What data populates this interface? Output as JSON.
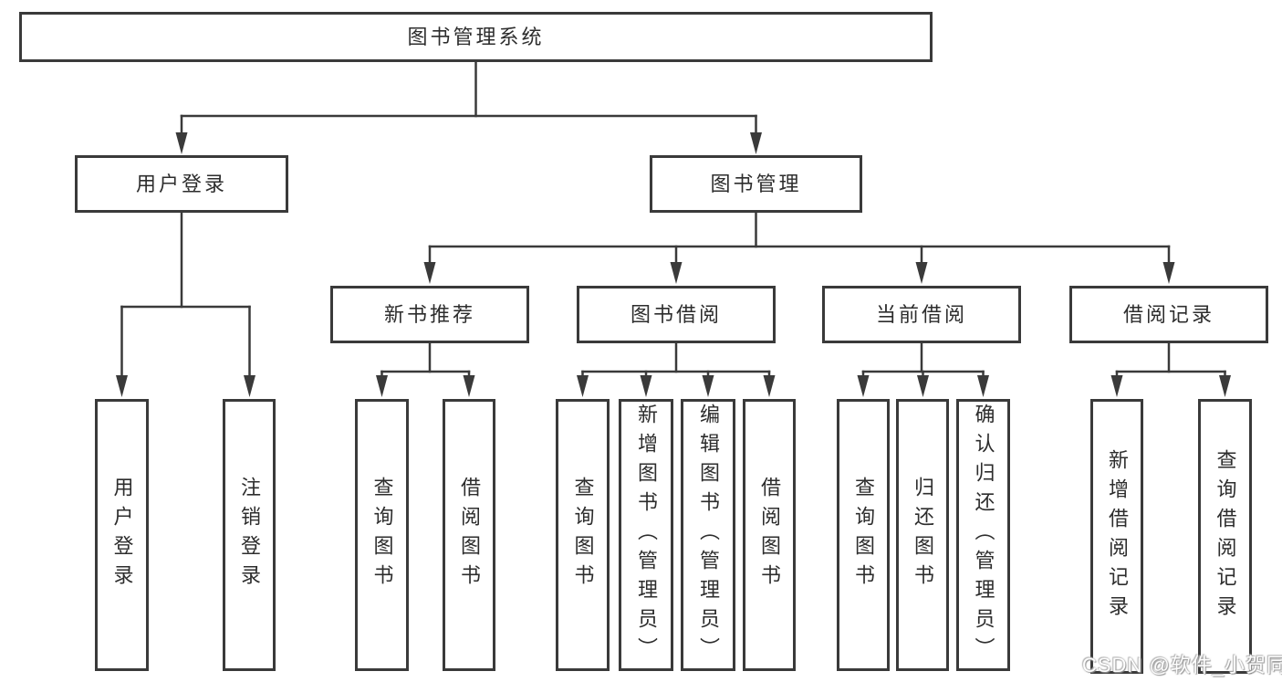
{
  "colors": {
    "line": "#3a3a3a",
    "box_border": "#3a3a3a",
    "text": "#2d2d2d",
    "background": "#ffffff",
    "watermark_text": "#fdfdfd"
  },
  "watermark": {
    "text": "CSDN @软件_小贺同学"
  },
  "diagram": {
    "root": {
      "label": "图书管理系统"
    },
    "level2": {
      "user_login": {
        "label": "用户登录"
      },
      "book_mgmt": {
        "label": "图书管理"
      }
    },
    "level3": {
      "new_book_rec": {
        "label": "新书推荐"
      },
      "book_borrow": {
        "label": "图书借阅"
      },
      "current_borrow": {
        "label": "当前借阅"
      },
      "borrow_records": {
        "label": "借阅记录"
      }
    },
    "leaves": {
      "user_login": {
        "label": "用户登录"
      },
      "logout": {
        "label": "注销登录"
      },
      "query_books_1": {
        "label": "查询图书"
      },
      "borrow_books_1": {
        "label": "借阅图书"
      },
      "query_books_2": {
        "label": "查询图书"
      },
      "add_book_admin": {
        "label": "新增图书（管理员）"
      },
      "edit_book_admin": {
        "label": "编辑图书（管理员）"
      },
      "borrow_books_2": {
        "label": "借阅图书"
      },
      "query_books_3": {
        "label": "查询图书"
      },
      "return_book": {
        "label": "归还图书"
      },
      "confirm_return_admin": {
        "label": "确认归还（管理员）"
      },
      "add_borrow_record": {
        "label": "新增借阅记录"
      },
      "query_borrow_record": {
        "label": "查询借阅记录"
      }
    }
  }
}
